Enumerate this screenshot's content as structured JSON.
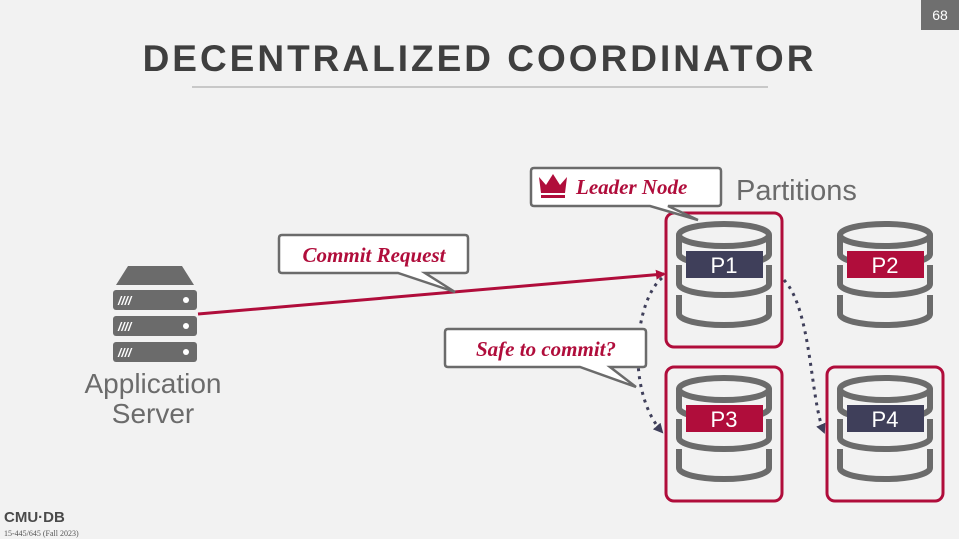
{
  "slide_number": "68",
  "title": "DECENTRALIZED COORDINATOR",
  "server_label_line1": "Application",
  "server_label_line2": "Server",
  "partitions_label": "Partitions",
  "leader_label": "Leader Node",
  "commit_request_label": "Commit Request",
  "safe_to_commit_label": "Safe to commit?",
  "partitions": [
    {
      "label": "P1",
      "color": "#3f3f5a",
      "highlighted": true
    },
    {
      "label": "P2",
      "color": "#b00d3b",
      "highlighted": false
    },
    {
      "label": "P3",
      "color": "#b00d3b",
      "highlighted": true
    },
    {
      "label": "P4",
      "color": "#3f3f5a",
      "highlighted": true
    }
  ],
  "colors": {
    "accent": "#b00d3b",
    "dark_arrow": "#3f3f5a",
    "gray": "#6b6b6b"
  },
  "footer": {
    "logo": "CMU·DB",
    "course": "15-445/645 (Fall 2023)"
  }
}
